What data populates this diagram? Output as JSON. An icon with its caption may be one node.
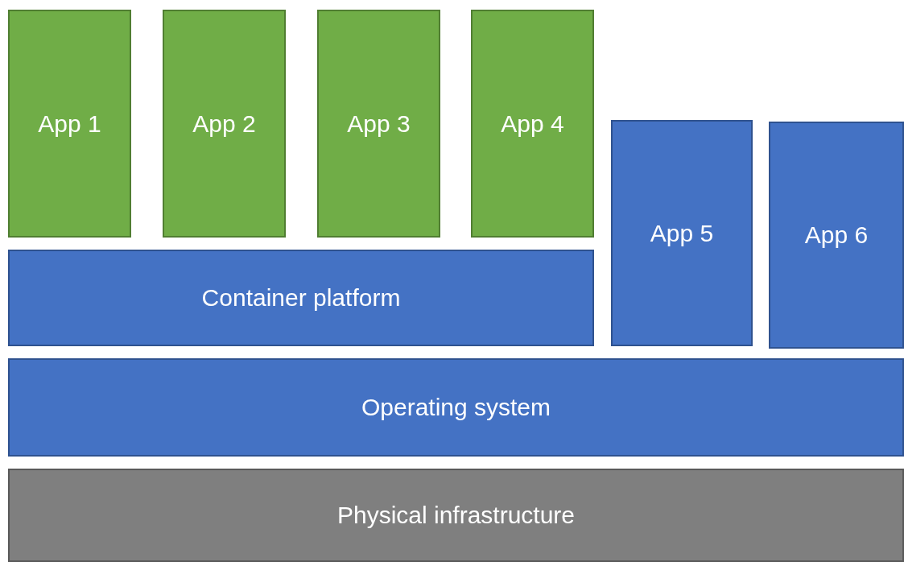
{
  "diagram": {
    "nodes": [
      {
        "text": [
          "App 1"
        ]
      },
      {
        "text": [
          "App 2"
        ]
      },
      {
        "text": [
          "App 3"
        ]
      },
      {
        "text": [
          "App 4"
        ]
      },
      {
        "text": [
          "App 5"
        ]
      },
      {
        "text": [
          "App 6"
        ]
      },
      {
        "text": [
          "Container platform"
        ]
      },
      {
        "text": [
          "Operating system"
        ]
      },
      {
        "text": [
          "Physical infrastructure"
        ]
      }
    ]
  }
}
